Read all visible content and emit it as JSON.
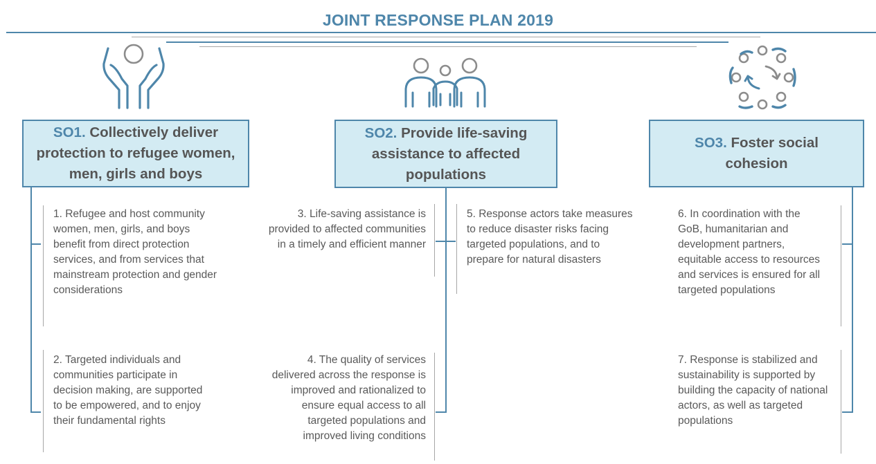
{
  "title": "JOINT RESPONSE PLAN 2019",
  "colors": {
    "accent": "#4e86aa",
    "box_fill": "#d3ebf3",
    "text": "#595959",
    "divider": "#a6a6a6"
  },
  "objectives": [
    {
      "code": "SO1.",
      "label": "Collectively deliver protection to refugee women, men, girls and boys",
      "icon": "hands-holding-person-icon"
    },
    {
      "code": "SO2.",
      "label": "Provide life-saving assistance to affected populations",
      "icon": "group-of-people-icon"
    },
    {
      "code": "SO3.",
      "label": "Foster social cohesion",
      "icon": "circle-of-people-with-arrows-icon"
    }
  ],
  "outcomes": [
    {
      "text": "1. Refugee and host community women, men, girls, and boys benefit from direct protection services, and from services that mainstream protection and gender considerations"
    },
    {
      "text": "2. Targeted individuals and communities participate in decision making, are supported to be empowered, and to enjoy their fundamental rights"
    },
    {
      "text": "3. Life-saving assistance is provided to affected communities in a timely and efficient manner"
    },
    {
      "text": "4. The quality of services delivered across the response is improved and rationalized to ensure equal access to all targeted populations and improved living conditions"
    },
    {
      "text": "5. Response actors take measures to reduce disaster risks facing targeted populations, and to prepare for natural disasters"
    },
    {
      "text": "6. In coordination with the GoB, humanitarian and development partners, equitable access to resources and services is ensured for all targeted populations"
    },
    {
      "text": "7. Response is stabilized and sustainability is supported by building the capacity of national actors, as well as targeted populations"
    }
  ]
}
